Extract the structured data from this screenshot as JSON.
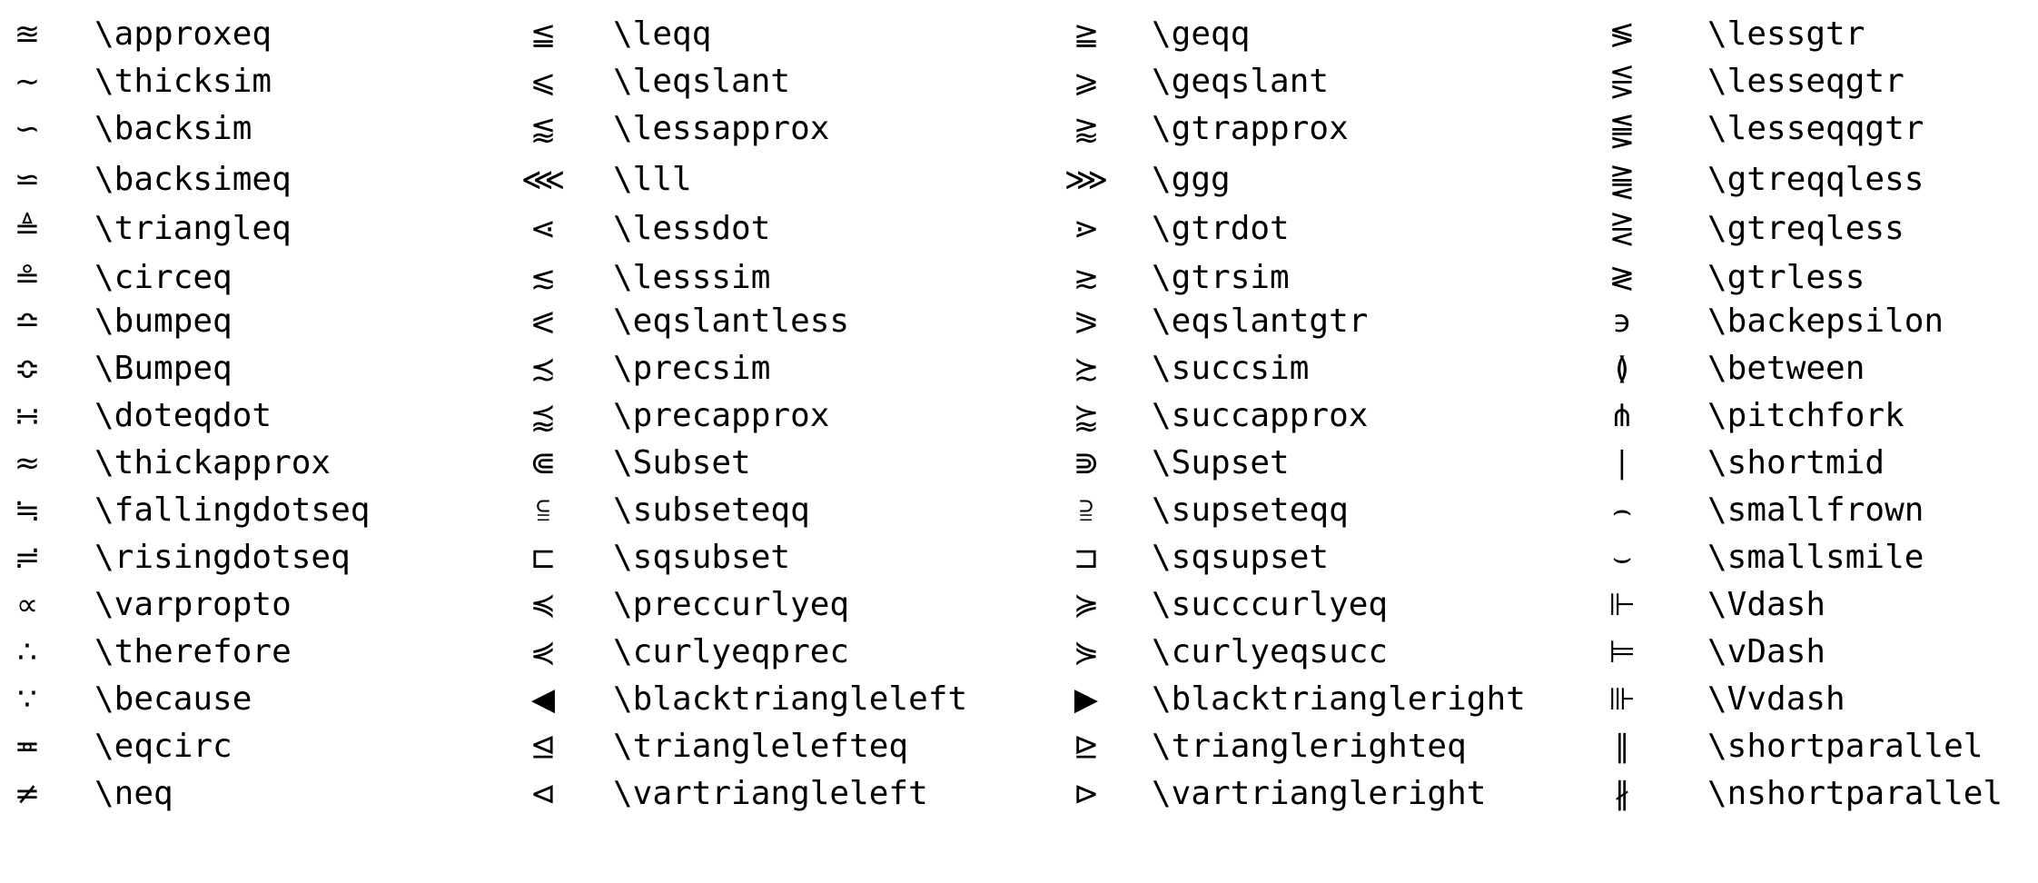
{
  "columns": [
    {
      "entries": [
        {
          "symbol": "≊",
          "command": "\\approxeq"
        },
        {
          "symbol": "∼",
          "command": "\\thicksim"
        },
        {
          "symbol": "∽",
          "command": "\\backsim"
        },
        {
          "symbol": "⋍",
          "command": "\\backsimeq"
        },
        {
          "symbol": "≜",
          "command": "\\triangleq"
        },
        {
          "symbol": "≗",
          "command": "\\circeq"
        },
        {
          "symbol": "≏",
          "command": "\\bumpeq"
        },
        {
          "symbol": "≎",
          "command": "\\Bumpeq"
        },
        {
          "symbol": "∺",
          "command": "\\doteqdot"
        },
        {
          "symbol": "≈",
          "command": "\\thickapprox"
        },
        {
          "symbol": "≒",
          "command": "\\fallingdotseq"
        },
        {
          "symbol": "≓",
          "command": "\\risingdotseq"
        },
        {
          "symbol": "∝",
          "command": "\\varpropto"
        },
        {
          "symbol": "∴",
          "command": "\\therefore"
        },
        {
          "symbol": "∵",
          "command": "\\because"
        },
        {
          "symbol": "≖",
          "command": "\\eqcirc"
        },
        {
          "symbol": "≠",
          "command": "\\neq"
        }
      ]
    },
    {
      "entries": [
        {
          "symbol": "≦",
          "command": "\\leqq"
        },
        {
          "symbol": "⩽",
          "command": "\\leqslant"
        },
        {
          "symbol": "⪅",
          "command": "\\lessapprox"
        },
        {
          "symbol": "⋘",
          "command": "\\lll"
        },
        {
          "symbol": "⋖",
          "command": "\\lessdot"
        },
        {
          "symbol": "≲",
          "command": "\\lesssim"
        },
        {
          "symbol": "⪕",
          "command": "\\eqslantless"
        },
        {
          "symbol": "≾",
          "command": "\\precsim"
        },
        {
          "symbol": "⪷",
          "command": "\\precapprox"
        },
        {
          "symbol": "⋐",
          "command": "\\Subset"
        },
        {
          "symbol": "⫅",
          "command": "\\subseteqq"
        },
        {
          "symbol": "⊏",
          "command": "\\sqsubset"
        },
        {
          "symbol": "≼",
          "command": "\\preccurlyeq"
        },
        {
          "symbol": "⋞",
          "command": "\\curlyeqprec"
        },
        {
          "symbol": "◀",
          "command": "\\blacktriangleleft"
        },
        {
          "symbol": "⊴",
          "command": "\\trianglelefteq"
        },
        {
          "symbol": "⊲",
          "command": "\\vartriangleleft"
        }
      ]
    },
    {
      "entries": [
        {
          "symbol": "≧",
          "command": "\\geqq"
        },
        {
          "symbol": "⩾",
          "command": "\\geqslant"
        },
        {
          "symbol": "⪆",
          "command": "\\gtrapprox"
        },
        {
          "symbol": "⋙",
          "command": "\\ggg"
        },
        {
          "symbol": "⋗",
          "command": "\\gtrdot"
        },
        {
          "symbol": "≳",
          "command": "\\gtrsim"
        },
        {
          "symbol": "⪖",
          "command": "\\eqslantgtr"
        },
        {
          "symbol": "≿",
          "command": "\\succsim"
        },
        {
          "symbol": "⪸",
          "command": "\\succapprox"
        },
        {
          "symbol": "⋑",
          "command": "\\Supset"
        },
        {
          "symbol": "⫆",
          "command": "\\supseteqq"
        },
        {
          "symbol": "⊐",
          "command": "\\sqsupset"
        },
        {
          "symbol": "≽",
          "command": "\\succcurlyeq"
        },
        {
          "symbol": "⋟",
          "command": "\\curlyeqsucc"
        },
        {
          "symbol": "▶",
          "command": "\\blacktriangleright"
        },
        {
          "symbol": "⊵",
          "command": "\\trianglerighteq"
        },
        {
          "symbol": "⊳",
          "command": "\\vartriangleright"
        }
      ]
    },
    {
      "entries": [
        {
          "symbol": "≶",
          "command": "\\lessgtr"
        },
        {
          "symbol": "⋚",
          "command": "\\lesseqgtr"
        },
        {
          "symbol": "⪋",
          "command": "\\lesseqqgtr"
        },
        {
          "symbol": "⪌",
          "command": "\\gtreqqless"
        },
        {
          "symbol": "⋛",
          "command": "\\gtreqless"
        },
        {
          "symbol": "≷",
          "command": "\\gtrless"
        },
        {
          "symbol": "϶",
          "command": "\\backepsilon"
        },
        {
          "symbol": "≬",
          "command": "\\between"
        },
        {
          "symbol": "⋔",
          "command": "\\pitchfork"
        },
        {
          "symbol": "∣",
          "command": "\\shortmid"
        },
        {
          "symbol": "⌢",
          "command": "\\smallfrown"
        },
        {
          "symbol": "⌣",
          "command": "\\smallsmile"
        },
        {
          "symbol": "⊩",
          "command": "\\Vdash"
        },
        {
          "symbol": "⊨",
          "command": "\\vDash"
        },
        {
          "symbol": "⊪",
          "command": "\\Vvdash"
        },
        {
          "symbol": "∥",
          "command": "\\shortparallel"
        },
        {
          "symbol": "∦",
          "command": "\\nshortparallel"
        }
      ]
    }
  ]
}
